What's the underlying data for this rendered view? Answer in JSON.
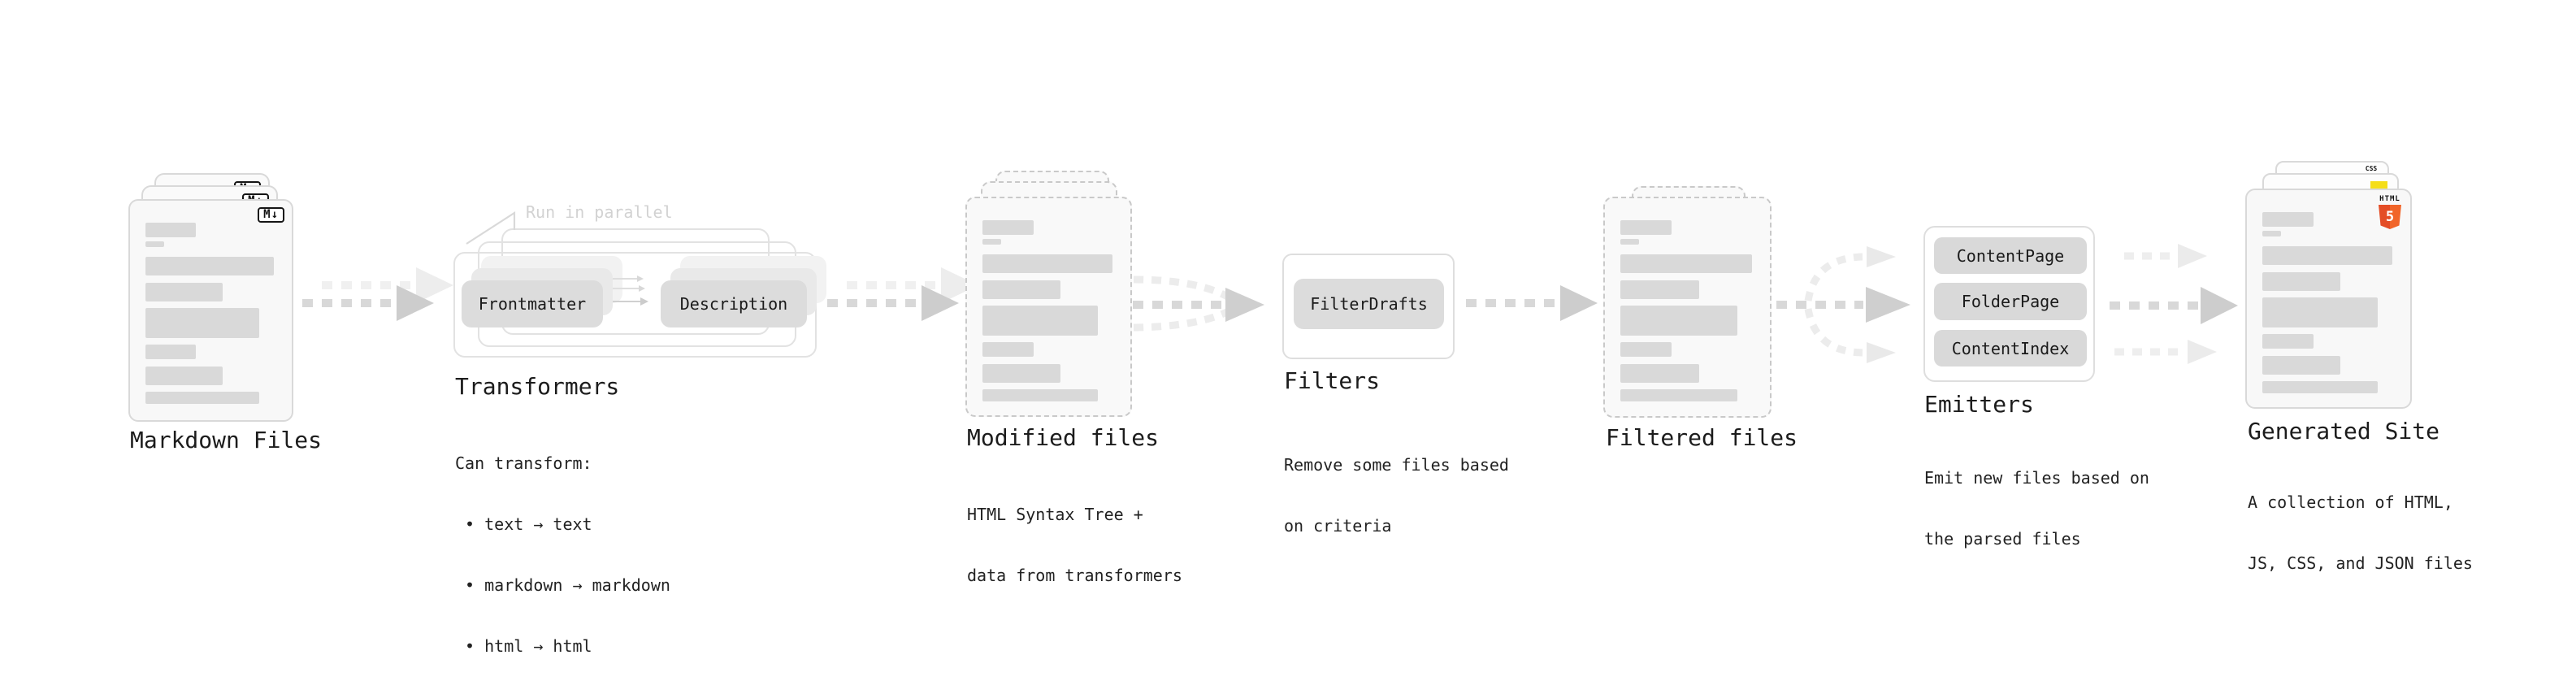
{
  "stages": {
    "markdown": {
      "title": "Markdown Files",
      "badge": "M↓"
    },
    "transformers": {
      "title": "Transformers",
      "note": "Run in parallel",
      "pills": [
        "Frontmatter",
        "Description"
      ],
      "desc": [
        "Can transform:",
        " • text → text",
        " • markdown → markdown",
        " • html → html"
      ]
    },
    "modified": {
      "title": "Modified files",
      "desc": [
        "HTML Syntax Tree +",
        "data from transformers"
      ]
    },
    "filters": {
      "title": "Filters",
      "pills": [
        "FilterDrafts"
      ],
      "desc": [
        "Remove some files based",
        "on criteria"
      ]
    },
    "filtered": {
      "title": "Filtered files"
    },
    "emitters": {
      "title": "Emitters",
      "pills": [
        "ContentPage",
        "FolderPage",
        "ContentIndex"
      ],
      "desc": [
        "Emit new files based on",
        "the parsed files"
      ]
    },
    "generated": {
      "title": "Generated Site",
      "desc": [
        "A collection of HTML,",
        "JS, CSS, and JSON files"
      ],
      "html_badge": {
        "label": "HTML",
        "number": "5"
      },
      "css_badge": "CSS"
    }
  },
  "colors": {
    "html5_orange": "#e44d26",
    "html5_orange_light": "#f16529",
    "js_yellow": "#f5de19",
    "css_blue": "#2965f1"
  }
}
